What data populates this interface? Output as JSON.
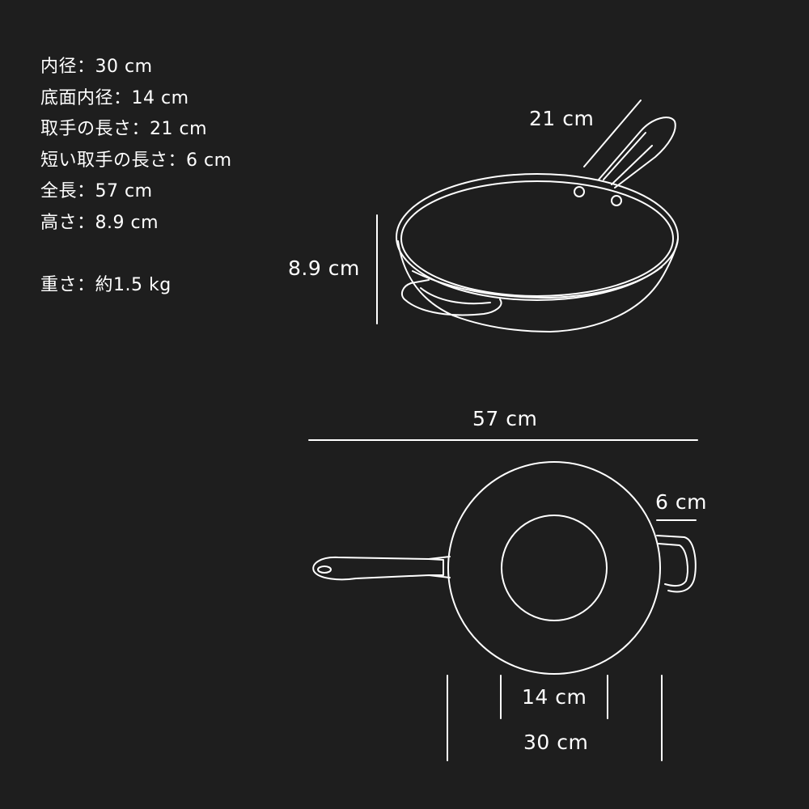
{
  "specs": {
    "inner_diameter": "内径：30 cm",
    "bottom_inner_diameter": "底面内径：14 cm",
    "handle_length": "取手の長さ：21 cm",
    "short_handle_length": "短い取手の長さ：6 cm",
    "total_length": "全長：57 cm",
    "height": "高さ：8.9 cm",
    "weight": "重さ：約1.5 kg"
  },
  "dimensions": {
    "handle": "21 cm",
    "height": "8.9 cm",
    "total_length": "57 cm",
    "short_handle": "6 cm",
    "bottom_diameter": "14 cm",
    "inner_diameter": "30 cm"
  },
  "colors": {
    "background": "#1e1e1e",
    "line": "#ffffff"
  }
}
